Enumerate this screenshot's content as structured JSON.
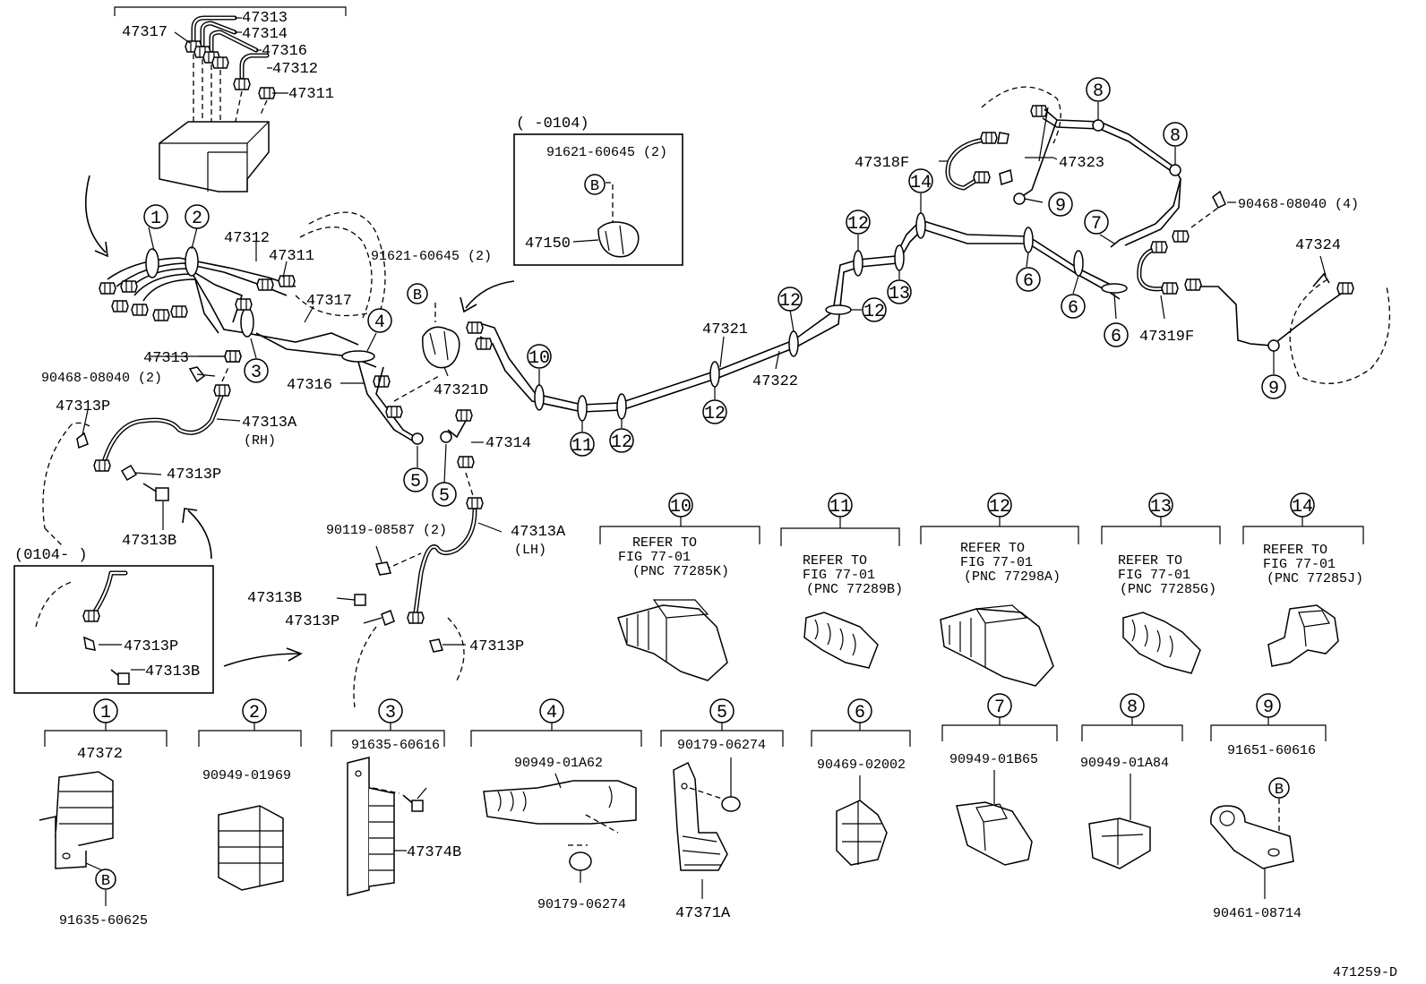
{
  "diagram_id": "471259-D",
  "callouts": {
    "c1": "1",
    "c2": "2",
    "c3": "3",
    "c4": "4",
    "c5": "5",
    "c6": "6",
    "c7": "7",
    "c8": "8",
    "c9": "9",
    "c10": "10",
    "c11": "11",
    "c12": "12",
    "c13": "13",
    "c14": "14",
    "b": "B"
  },
  "ranges": {
    "upper_inset": "(     -0104)",
    "lower_inset": "(0104-     )"
  },
  "parts": {
    "p47313": "47313",
    "p47317": "47317",
    "p47314": "47314",
    "p47316": "47316",
    "p47312": "47312",
    "p47311": "47311",
    "p47313A_rh": "47313A",
    "rh": "(RH)",
    "p47313P": "47313P",
    "p47313B": "47313B",
    "p90468_2": "90468-08040 (2)",
    "p47321D": "47321D",
    "p91621_2": "91621-60645 (2)",
    "p47150": "47150",
    "p47313A_lh": "47313A",
    "lh": "(LH)",
    "p90119": "90119-08587 (2)",
    "p47321": "47321",
    "p47322": "47322",
    "p47318F": "47318F",
    "p47323": "47323",
    "p47319F": "47319F",
    "p90468_4": "90468-08040 (4)",
    "p47324": "47324",
    "p47372": "47372",
    "p91635_60625": "91635-60625",
    "p90949_01969": "90949-01969",
    "p91635_60616": "91635-60616",
    "p47374B": "47374B",
    "p90949_01A62": "90949-01A62",
    "p90179_06274": "90179-06274",
    "p47371A": "47371A",
    "p90469_02002": "90469-02002",
    "p90949_01B65": "90949-01B65",
    "p90949_01A84": "90949-01A84",
    "p91651_60616": "91651-60616",
    "p90461_08714": "90461-08714"
  },
  "refer": {
    "line1": "REFER TO",
    "line2": "FIG 77-01",
    "pnc10": "(PNC 77285K)",
    "pnc11": "(PNC 77289B)",
    "pnc12": "(PNC 77298A)",
    "pnc13": "(PNC 77285G)",
    "pnc14": "(PNC 77285J)"
  }
}
